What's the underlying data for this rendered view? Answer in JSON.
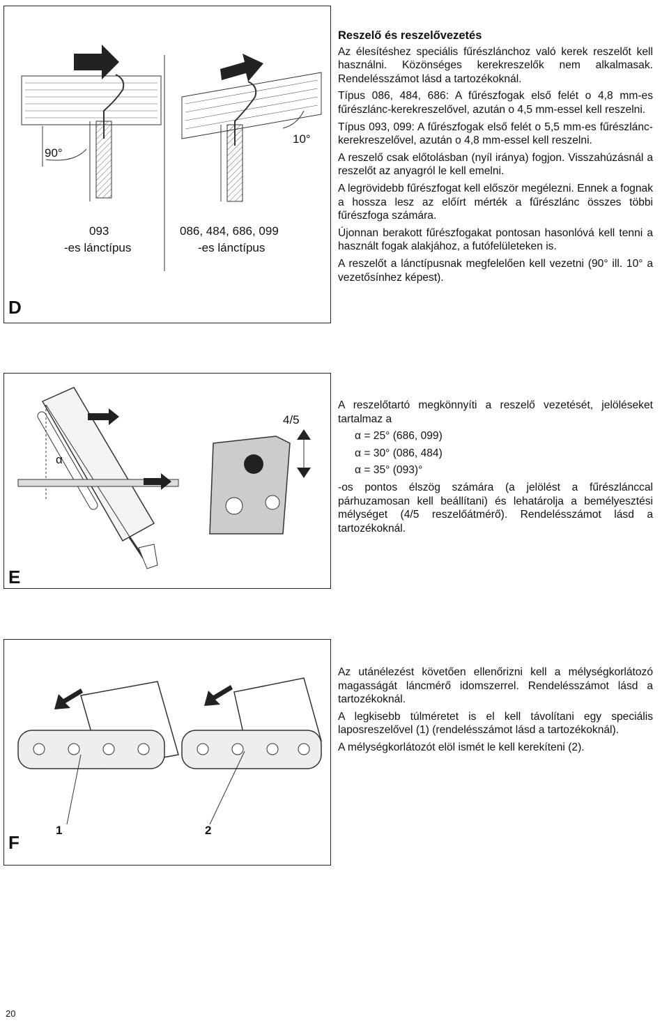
{
  "section_d": {
    "label": "D",
    "figure": {
      "angle_left": "90°",
      "angle_right": "10°",
      "left_caption_1": "093",
      "left_caption_2": "-es lánctípus",
      "right_caption_1": "086, 484, 686, 099",
      "right_caption_2": "-es lánctípus"
    },
    "heading": "Reszelő és reszelővezetés",
    "paragraphs": [
      "Az élesítéshez speciális fűrészlánchoz való kerek reszelőt kell használni. Közönséges kerekreszelők nem alkalmasak. Rendelésszámot lásd a tartozékoknál.",
      "Típus 086, 484, 686: A fűrészfogak első felét o 4,8 mm-es fűrészlánc-kerekreszelővel, azután o 4,5 mm-essel kell reszelni.",
      "Típus 093, 099: A fűrészfogak első felét o 5,5 mm-es fűrészlánc-kerekreszelővel, azután o 4,8 mm-essel kell reszelni.",
      "A reszelő csak előtolásban (nyíl iránya) fogjon. Visszahúzásnál a reszelőt az anyagról le kell emelni.",
      "A legrövidebb fűrészfogat kell először megélezni. Ennek a fognak a hossza lesz az előírt mérték a fűrészlánc összes többi fűrészfoga számára.",
      "Újonnan berakott fűrészfogakat pontosan hasonlóvá kell tenni a használt fogak alakjához, a futófelületeken is.",
      "A reszelőt a lánctípusnak megfelelően kell vezetni (90° ill. 10° a vezetősínhez képest)."
    ]
  },
  "section_e": {
    "label": "E",
    "figure": {
      "alpha": "α",
      "gauge": "4/5"
    },
    "intro": "A reszelőtartó megkönnyíti a reszelő vezetését, jelöléseket tartalmaz a",
    "angles": [
      "α = 25° (686, 099)",
      "α = 30° (086, 484)",
      "α = 35° (093)°"
    ],
    "outro": "-os pontos élszög számára (a jelölést a fűrészlánccal párhuzamosan kell beállítani) és lehatárolja a bemélyesztési mélységet (4/5 reszelőátmérő). Rendelésszámot lásd a tartozékoknál."
  },
  "section_f": {
    "label": "F",
    "figure": {
      "num1": "1",
      "num2": "2"
    },
    "paragraphs": [
      "Az utánélezést követően ellenőrizni kell a mélységkorlátozó magasságát láncmérő idomszerrel. Rendelésszámot lásd a tartozékoknál.",
      "A legkisebb túlméretet is el kell távolítani egy speciális laposreszelővel (1) (rendelésszámot lásd a tartozékoknál).",
      "A mélységkorlátozót elöl ismét le kell kerekíteni (2)."
    ]
  },
  "page_number": "20"
}
